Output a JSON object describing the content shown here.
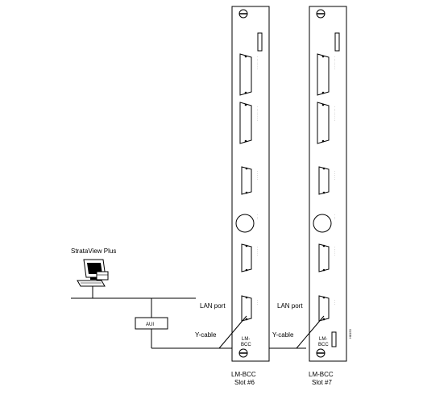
{
  "workstation": {
    "label": "StrataView Plus"
  },
  "aui": {
    "label": "AUI"
  },
  "cards": [
    {
      "lan_port_label": "LAN port",
      "ycable_label": "Y-cable",
      "faceplate_label_line1": "LM-",
      "faceplate_label_line2": "BCC",
      "card_name": "LM-BCC",
      "slot_label": "Slot #6"
    },
    {
      "lan_port_label": "LAN port",
      "ycable_label": "Y-cable",
      "faceplate_label_line1": "LM-",
      "faceplate_label_line2": "BCC",
      "card_name": "LM-BCC",
      "slot_label": "Slot #7"
    }
  ],
  "figure_id": "H8153",
  "colors": {
    "line": "#000000",
    "background": "#ffffff"
  }
}
